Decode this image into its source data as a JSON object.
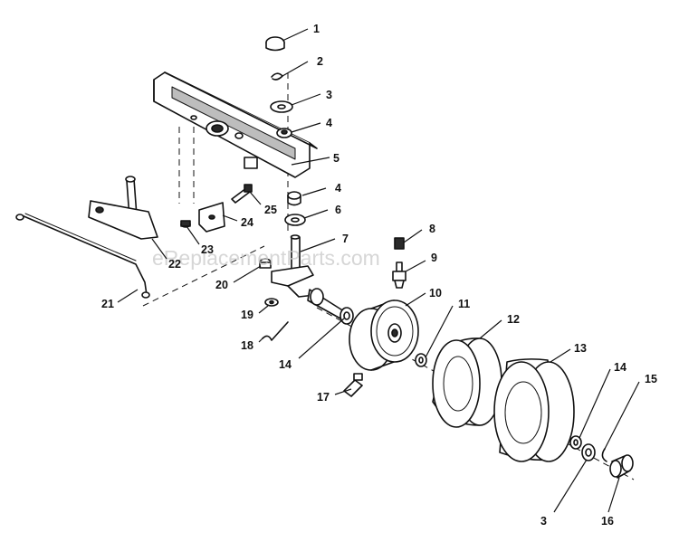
{
  "watermark": "eReplacementParts.com",
  "callouts": [
    {
      "id": "c1",
      "label": "1"
    },
    {
      "id": "c2",
      "label": "2"
    },
    {
      "id": "c3a",
      "label": "3"
    },
    {
      "id": "c4a",
      "label": "4"
    },
    {
      "id": "c5",
      "label": "5"
    },
    {
      "id": "c4b",
      "label": "4"
    },
    {
      "id": "c6",
      "label": "6"
    },
    {
      "id": "c7",
      "label": "7"
    },
    {
      "id": "c8",
      "label": "8"
    },
    {
      "id": "c9",
      "label": "9"
    },
    {
      "id": "c10",
      "label": "10"
    },
    {
      "id": "c11",
      "label": "11"
    },
    {
      "id": "c12",
      "label": "12"
    },
    {
      "id": "c13",
      "label": "13"
    },
    {
      "id": "c14a",
      "label": "14"
    },
    {
      "id": "c14b",
      "label": "14"
    },
    {
      "id": "c15",
      "label": "15"
    },
    {
      "id": "c16",
      "label": "16"
    },
    {
      "id": "c3b",
      "label": "3"
    },
    {
      "id": "c17",
      "label": "17"
    },
    {
      "id": "c18",
      "label": "18"
    },
    {
      "id": "c19",
      "label": "19"
    },
    {
      "id": "c20",
      "label": "20"
    },
    {
      "id": "c21",
      "label": "21"
    },
    {
      "id": "c22",
      "label": "22"
    },
    {
      "id": "c23",
      "label": "23"
    },
    {
      "id": "c24",
      "label": "24"
    },
    {
      "id": "c25",
      "label": "25"
    }
  ]
}
